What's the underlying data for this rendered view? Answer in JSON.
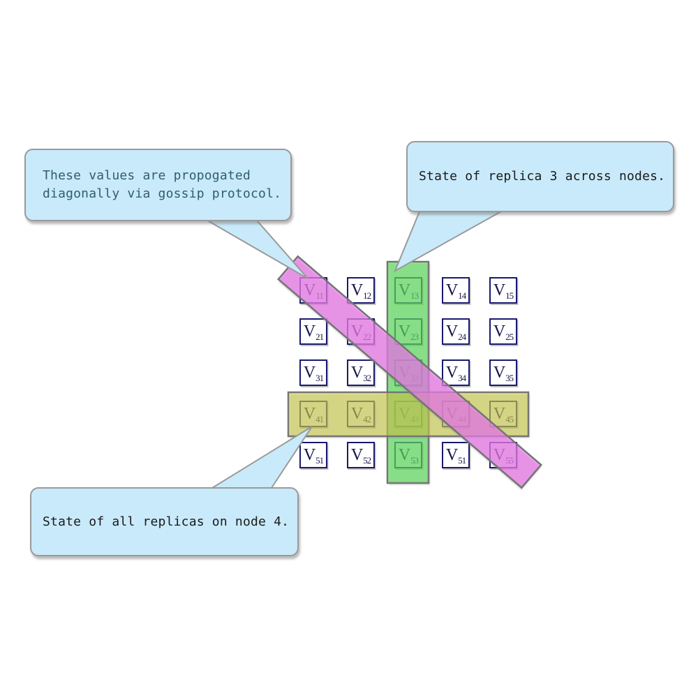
{
  "diagram": {
    "matrix": {
      "symbol": "V",
      "rows": [
        [
          "11",
          "12",
          "13",
          "14",
          "15"
        ],
        [
          "21",
          "22",
          "23",
          "24",
          "25"
        ],
        [
          "31",
          "32",
          "33",
          "34",
          "35"
        ],
        [
          "41",
          "42",
          "43",
          "44",
          "45"
        ],
        [
          "51",
          "52",
          "53",
          "51",
          "55"
        ]
      ]
    },
    "bands": {
      "column_replica3": {
        "label": "replica 3 column highlight",
        "fill": "rgba(60,225,60,0.55)",
        "stroke": "#757575"
      },
      "row_node4": {
        "label": "node 4 row highlight",
        "fill": "rgba(205,205,20,0.5)",
        "stroke": "#757575"
      },
      "diagonal_gossip": {
        "label": "gossip diagonal highlight",
        "fill": "rgba(239,112,239,0.62)",
        "stroke": "#757575"
      }
    },
    "callouts": [
      {
        "id": "gossip",
        "lines": [
          "These values are propogated",
          "diagonally via gossip protocol."
        ],
        "text_color": "#2F5D70"
      },
      {
        "id": "replica3",
        "lines": [
          "State of replica 3 across nodes."
        ],
        "text_color": "#1a1a1a"
      },
      {
        "id": "node4",
        "lines": [
          "State of all replicas on node 4."
        ],
        "text_color": "#1a1a1a"
      }
    ],
    "colors": {
      "callout_fill": "#C9EAFA",
      "callout_border": "#9a9a9a",
      "cell_border": "#191970",
      "cell_text": "#15154b"
    }
  }
}
